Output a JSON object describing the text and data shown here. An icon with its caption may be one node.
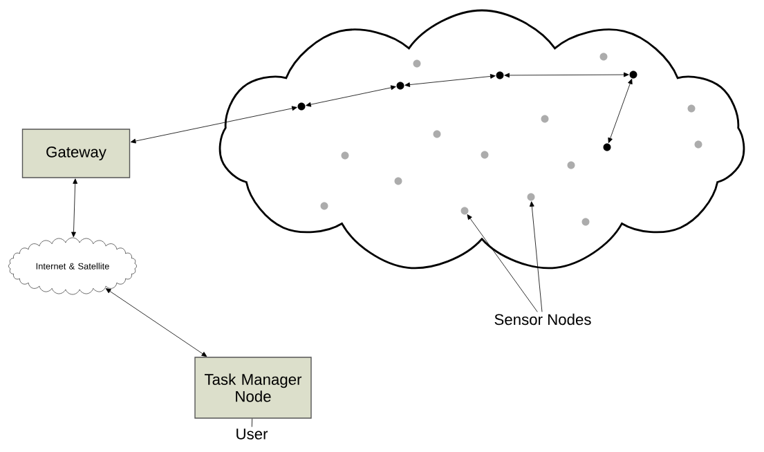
{
  "diagram": {
    "nodes": [
      {
        "text": [
          "Gateway"
        ]
      },
      {
        "text": [
          "Internet & Satellite"
        ]
      },
      {
        "text": [
          "Task Manager Node"
        ]
      },
      {
        "text": [
          "User"
        ]
      },
      {
        "text": [],
        "shape": "cloud"
      },
      {
        "text": [],
        "shape": "circle",
        "in": 4
      },
      {
        "text": [],
        "shape": "circle",
        "in": 4
      },
      {
        "text": [],
        "shape": "circle",
        "in": 4
      },
      {
        "text": [],
        "shape": "circle",
        "in": 4
      },
      {
        "text": [],
        "shape": "circle",
        "in": 4
      },
      {
        "text": [],
        "shape": "circle",
        "in": 4
      },
      {
        "text": [],
        "shape": "circle",
        "in": 4
      },
      {
        "text": [],
        "shape": "circle",
        "in": 4
      },
      {
        "text": [],
        "shape": "circle",
        "in": 4
      },
      {
        "text": [],
        "shape": "circle",
        "in": 4
      },
      {
        "text": [],
        "shape": "circle",
        "in": 4
      },
      {
        "text": [],
        "shape": "circle",
        "in": 4
      },
      {
        "text": [],
        "shape": "circle",
        "in": 4
      },
      {
        "text": [],
        "shape": "circle",
        "in": 4
      },
      {
        "text": [],
        "shape": "circle",
        "in": 4
      },
      {
        "text": [],
        "shape": "circle",
        "in": 4
      },
      {
        "text": [],
        "shape": "circle",
        "in": 4
      },
      {
        "text": [],
        "shape": "circle",
        "in": 4
      },
      {
        "text": [],
        "shape": "circle",
        "in": 4
      },
      {
        "text": [
          "Sensor Nodes"
        ]
      }
    ],
    "edges": [
      {
        "from": 0,
        "to": 5,
        "arrow": "both"
      },
      {
        "from": 5,
        "to": 6,
        "arrow": "both"
      },
      {
        "from": 6,
        "to": 7,
        "arrow": "both"
      },
      {
        "from": 7,
        "to": 8,
        "arrow": "both"
      },
      {
        "from": 8,
        "to": 9,
        "arrow": "both"
      },
      {
        "from": 0,
        "to": 1,
        "arrow": "both"
      },
      {
        "from": 1,
        "to": 2,
        "arrow": "both"
      },
      {
        "from": 2,
        "to": 3,
        "arrow": "none"
      },
      {
        "from": 24,
        "to": 22,
        "arrow": "to"
      },
      {
        "from": 24,
        "to": 20,
        "arrow": "to"
      }
    ]
  }
}
